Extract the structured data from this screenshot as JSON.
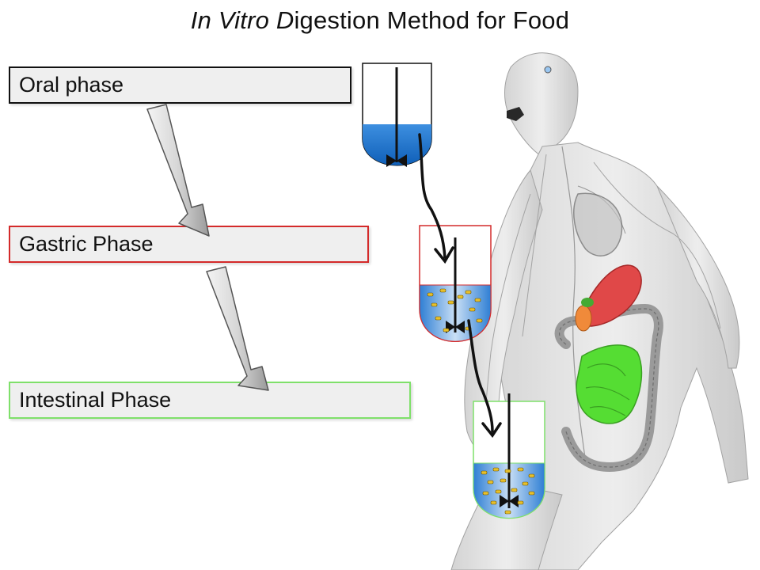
{
  "title": {
    "part1": "In Vitro",
    "part2": " D",
    "part3": "igestion Method for Food"
  },
  "phases": [
    {
      "label": "Oral phase",
      "border": "#111111"
    },
    {
      "label": "Gastric Phase",
      "border": "#d42a2a"
    },
    {
      "label": "Intestinal Phase",
      "border": "#7fe06a"
    }
  ],
  "colors": {
    "liquid": "#1e74cf",
    "stomach": "#e04848",
    "intestine": "#55dd33",
    "particles": "#e8c02a"
  },
  "icons": [
    "down-arrow-icon",
    "stirrer-icon",
    "flow-arrow-icon"
  ]
}
